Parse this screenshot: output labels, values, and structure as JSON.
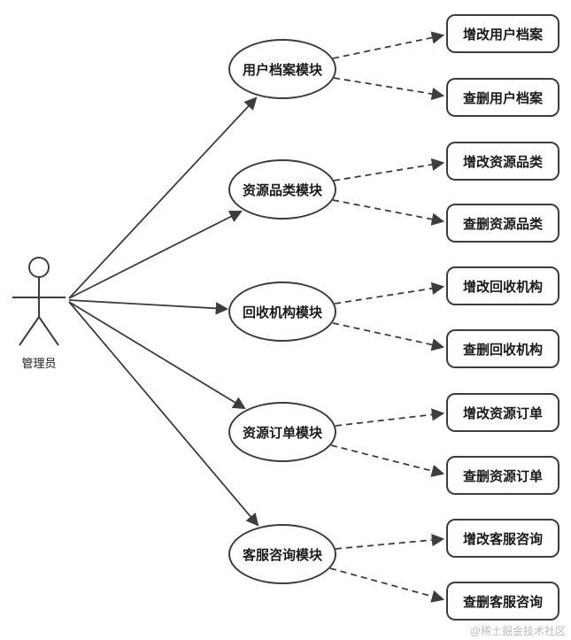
{
  "actor": {
    "label": "管理员"
  },
  "modules": [
    {
      "label": "用户档案模块",
      "children": [
        {
          "label": "增改用户档案"
        },
        {
          "label": "查删用户档案"
        }
      ]
    },
    {
      "label": "资源品类模块",
      "children": [
        {
          "label": "增改资源品类"
        },
        {
          "label": "查删资源品类"
        }
      ]
    },
    {
      "label": "回收机构模块",
      "children": [
        {
          "label": "增改回收机构"
        },
        {
          "label": "查删回收机构"
        }
      ]
    },
    {
      "label": "资源订单模块",
      "children": [
        {
          "label": "增改资源订单"
        },
        {
          "label": "查删资源订单"
        }
      ]
    },
    {
      "label": "客服咨询模块",
      "children": [
        {
          "label": "增改客服咨询"
        },
        {
          "label": "查删客服咨询"
        }
      ]
    }
  ],
  "watermark": "@稀土掘金技术社区"
}
